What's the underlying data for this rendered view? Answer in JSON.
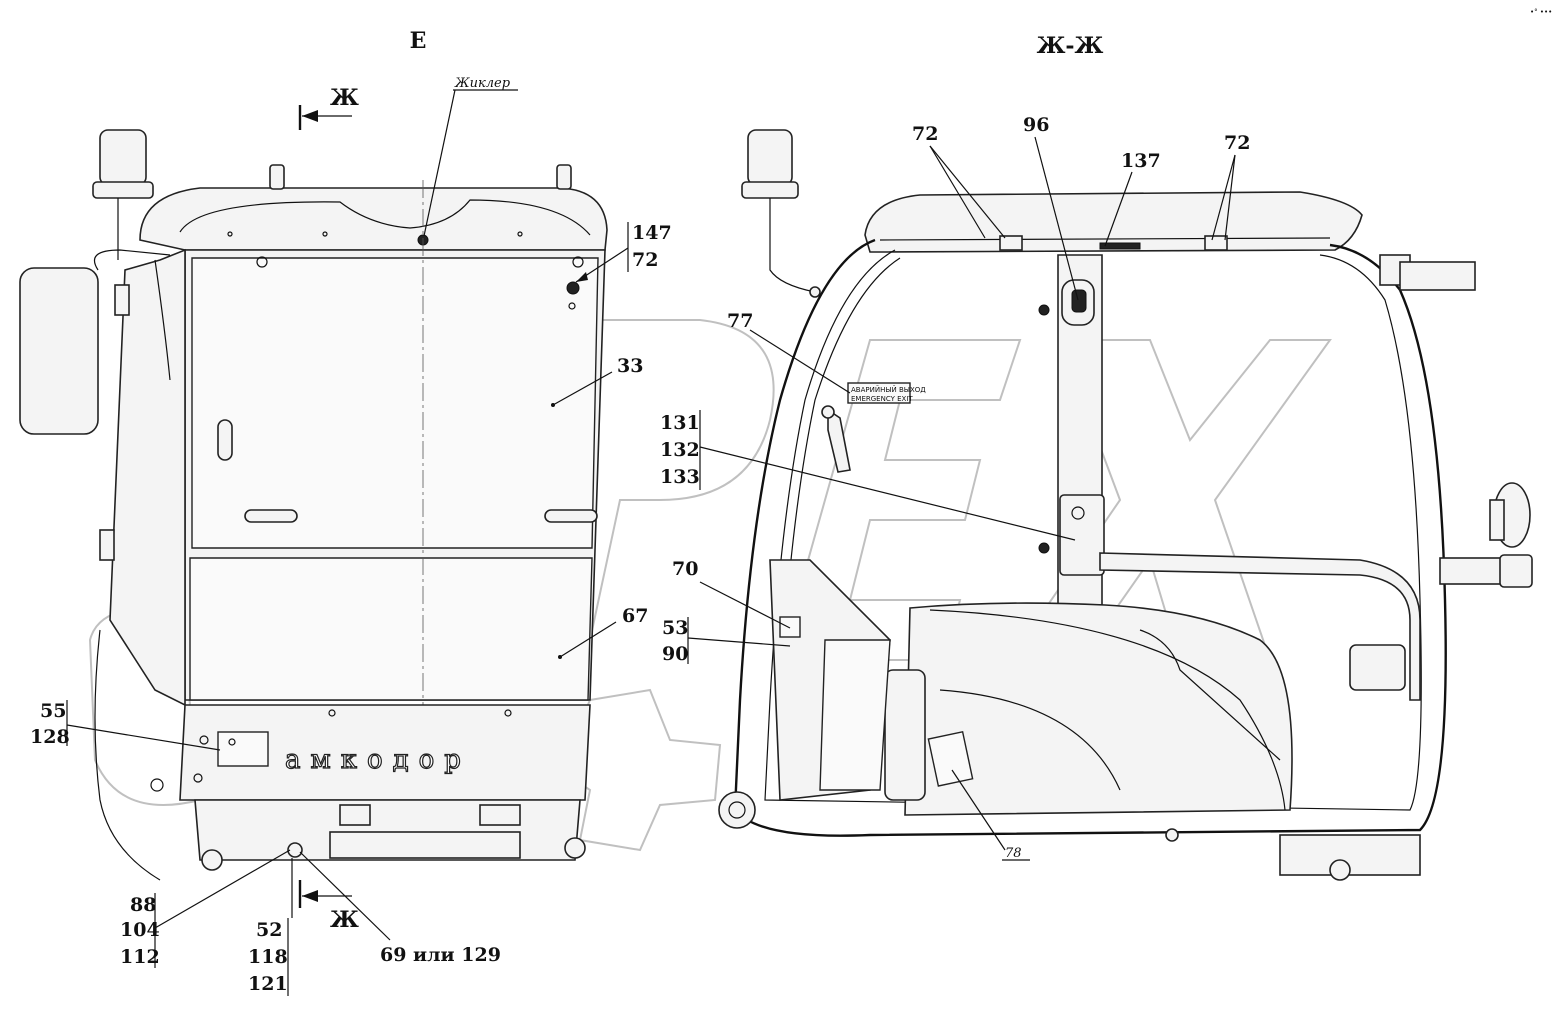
{
  "views": {
    "left_title": "Е",
    "right_title": "Ж-Ж",
    "section_mark": "Ж",
    "jikler_label": "Жиклер"
  },
  "callouts_left": {
    "c147": "147",
    "c72a": "72",
    "c33": "33",
    "c67": "67",
    "c55": "55",
    "c128": "128",
    "c88": "88",
    "c104": "104",
    "c112": "112",
    "c52": "52",
    "c118": "118",
    "c121": "121",
    "c69": "69 или 129"
  },
  "callouts_right": {
    "c72l": "72",
    "c96": "96",
    "c137": "137",
    "c72r": "72",
    "c77": "77",
    "c131": "131",
    "c132": "132",
    "c133": "133",
    "c70": "70",
    "c53": "53",
    "c90": "90",
    "c78": "78"
  },
  "plates": {
    "emergency_ru": "АВАРИЙНЫЙ ВЫХОД",
    "emergency_en": "EMERGENCY EXIT",
    "brand": "амкодор"
  },
  "watermark": {
    "text": "OPEX",
    "color": "#b9b9b9"
  },
  "corner_mark": "•°  •••"
}
